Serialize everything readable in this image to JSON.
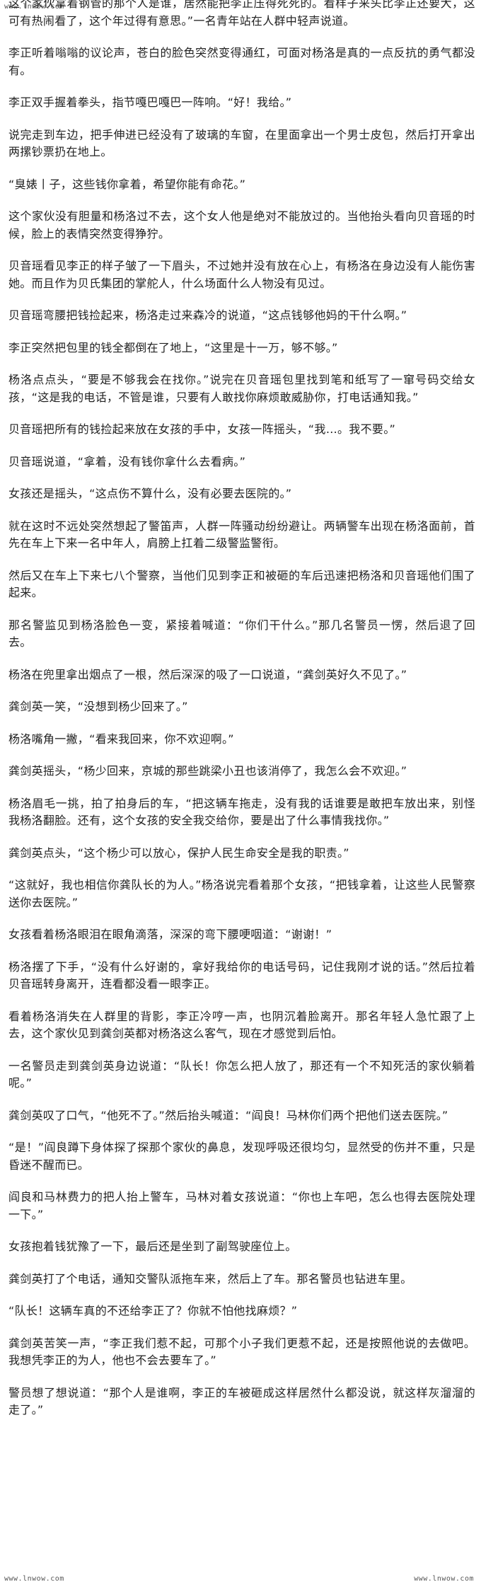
{
  "watermarks": {
    "top_left": "www.lnwow.com",
    "bottom_left": "www.lnwow.com",
    "bottom_right": "www.lnwow.com"
  },
  "paragraphs": [
    "这个家伙拿着钢管的那个人是谁，居然能把李正压得死死的。看样子来头比李正还要大，这可有热闹看了，这个年过得有意思。”一名青年站在人群中轻声说道。",
    "李正听着嗡嗡的议论声，苍白的脸色突然变得通红，可面对杨洛是真的一点反抗的勇气都没有。",
    "李正双手握着拳头，指节嘎巴嘎巴一阵响。“好！我给。”",
    "说完走到车边，把手伸进已经没有了玻璃的车窗，在里面拿出一个男士皮包，然后打开拿出两摞钞票扔在地上。",
    "“臭婊丨子，这些钱你拿着，希望你能有命花。”",
    "这个家伙没有胆量和杨洛过不去，这个女人他是绝对不能放过的。当他抬头看向贝音瑶的时候，脸上的表情突然变得狰狞。",
    "贝音瑶看见李正的样子皱了一下眉头，不过她并没有放在心上，有杨洛在身边没有人能伤害她。而且作为贝氏集团的掌舵人，什么场面什么人物没有见过。",
    "贝音瑶弯腰把钱捡起来，杨洛走过来森冷的说道，“这点钱够他妈的干什么啊。”",
    "李正突然把包里的钱全都倒在了地上，“这里是十一万，够不够。”",
    "杨洛点点头，“要是不够我会在找你。”说完在贝音瑶包里找到笔和纸写了一窜号码交给女孩，“这是我的电话，不管是谁，只要有人敢找你麻烦敢威胁你，打电话通知我。”",
    "贝音瑶把所有的钱捡起来放在女孩的手中，女孩一阵摇头，“我…。我不要。”",
    "贝音瑶说道，“拿着，没有钱你拿什么去看病。”",
    "女孩还是摇头，“这点伤不算什么，没有必要去医院的。”",
    "就在这时不远处突然想起了警笛声，人群一阵骚动纷纷避让。两辆警车出现在杨洛面前，首先在车上下来一名中年人，肩膀上扛着二级警监警衔。",
    "然后又在车上下来七八个警察，当他们见到李正和被砸的车后迅速把杨洛和贝音瑶他们围了起来。",
    "那名警监见到杨洛脸色一变，紧接着喊道：“你们干什么。”那几名警员一愣，然后退了回去。",
    "杨洛在兜里拿出烟点了一根，然后深深的吸了一口说道，“龚剑英好久不见了。”",
    "龚剑英一笑，“没想到杨少回来了。”",
    "杨洛嘴角一撇，“看来我回来，你不欢迎啊。”",
    "龚剑英摇头，“杨少回来，京城的那些跳梁小丑也该消停了，我怎么会不欢迎。”",
    "杨洛眉毛一挑，拍了拍身后的车，“把这辆车拖走，没有我的话谁要是敢把车放出来，别怪我杨洛翻脸。还有，这个女孩的安全我交给你，要是出了什么事情我找你。”",
    "龚剑英点头，“这个杨少可以放心，保护人民生命安全是我的职责。”",
    "“这就好，我也相信你龚队长的为人。”杨洛说完看着那个女孩，“把钱拿着，让这些人民警察送你去医院。”",
    "女孩看着杨洛眼泪在眼角滴落，深深的弯下腰哽咽道：“谢谢！”",
    "杨洛摆了下手，“没有什么好谢的，拿好我给你的电话号码，记住我刚才说的话。”然后拉着贝音瑶转身离开，连看都没看一眼李正。",
    "看着杨洛消失在人群里的背影，李正冷哼一声，也阴沉着脸离开。那名年轻人急忙跟了上去，这个家伙见到龚剑英都对杨洛这么客气，现在才感觉到后怕。",
    "一名警员走到龚剑英身边说道：“队长！你怎么把人放了，那还有一个不知死活的家伙躺着呢。”",
    "龚剑英叹了口气，“他死不了。”然后抬头喊道：“阎良！马林你们两个把他们送去医院。”",
    "“是！”阎良蹲下身体探了探那个家伙的鼻息，发现呼吸还很均匀，显然受的伤并不重，只是昏迷不醒而已。",
    "阎良和马林费力的把人抬上警车，马林对着女孩说道：“你也上车吧，怎么也得去医院处理一下。”",
    "女孩抱着钱犹豫了一下，最后还是坐到了副驾驶座位上。",
    "龚剑英打了个电话，通知交警队派拖车来，然后上了车。那名警员也钻进车里。",
    "“队长！这辆车真的不还给李正了？你就不怕他找麻烦？”",
    "龚剑英苦笑一声，“李正我们惹不起，可那个小子我们更惹不起，还是按照他说的去做吧。我想凭李正的为人，他也不会去要车了。”",
    "警员想了想说道：“那个人是谁啊，李正的车被砸成这样居然什么都没说，就这样灰溜溜的走了。”"
  ]
}
